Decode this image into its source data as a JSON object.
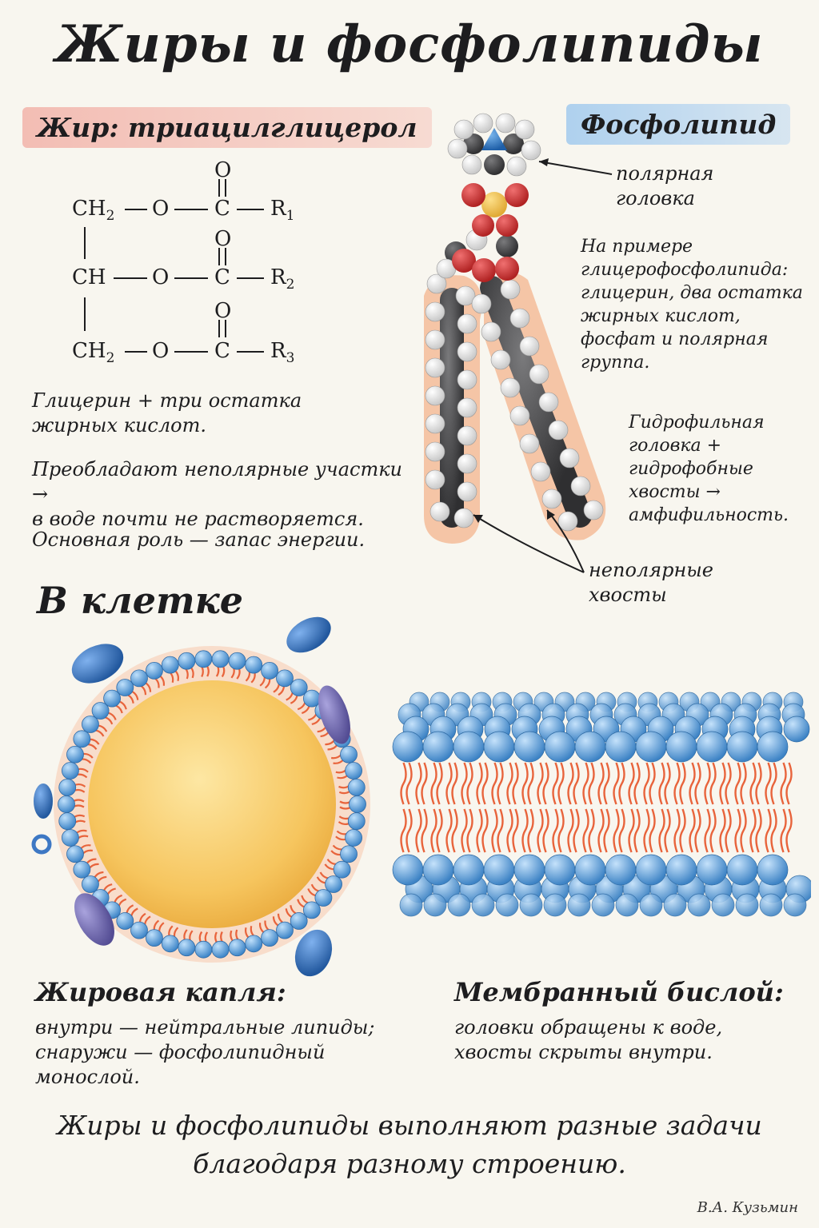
{
  "title": "Жиры и фосфолипиды",
  "fat": {
    "heading": "Жир: триацилглицерол",
    "rows": [
      {
        "carbon": "CH",
        "carbon_sub": "2",
        "o": "O",
        "c": "C",
        "r": "R",
        "r_sub": "1",
        "dbl": "O"
      },
      {
        "carbon": "CH",
        "carbon_sub": "",
        "o": "O",
        "c": "C",
        "r": "R",
        "r_sub": "2",
        "dbl": "O"
      },
      {
        "carbon": "CH",
        "carbon_sub": "2",
        "o": "O",
        "c": "C",
        "r": "R",
        "r_sub": "3",
        "dbl": "O"
      }
    ],
    "note1": "Глицерин + три остатка\nжирных кислот.",
    "note2": "Преобладают неполярные участки →\nв воде почти не растворяется.",
    "note3": "Основная роль — запас энергии."
  },
  "phospholipid": {
    "heading": "Фосфолипид",
    "label_head": "полярная\nголовка",
    "example": "На примере\nглицерофосфолипида:\nглицерин, два остатка\nжирных кислот,\nфосфат и полярная\nгруппа.",
    "amphi": "Гидрофильная\nголовка +\nгидрофобные хвосты →\nамфифильность.",
    "label_tails": "неполярные\nхвосты"
  },
  "cell": {
    "heading": "В клетке",
    "droplet_title": "Жировая капля:",
    "droplet_text": "внутри — нейтральные липиды;\nснаружи — фосфолипидный монослой.",
    "bilayer_title": "Мембранный бислой:",
    "bilayer_text": "головки обращены к воде,\nхвосты скрыты внутри."
  },
  "conclusion": "Жиры и фосфолипиды выполняют разные задачи\nблагодаря разному строению.",
  "signature": "В.А. Кузьмин",
  "colors": {
    "head_blue": "#5a9fd8",
    "tail_orange": "#e8643c",
    "fat_yellow": "#f5c65a",
    "protein_blue": "#3d78c4",
    "protein_purple": "#7b74b8",
    "oxygen_red": "#d8393a",
    "phosphorus_yellow": "#f3c24f",
    "nitrogen_blue": "#3a86d0",
    "carbon_dark": "#4a4a4c",
    "hydrogen_white": "#f1f1f1"
  }
}
